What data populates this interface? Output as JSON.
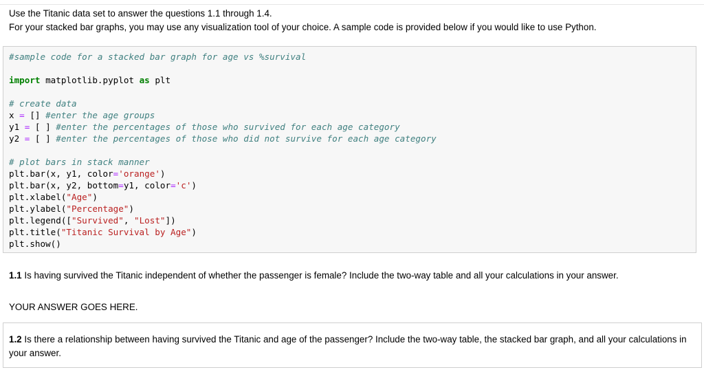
{
  "intro": {
    "line1": "Use the Titanic data set to answer the questions 1.1 through 1.4.",
    "line2": "For your stacked bar graphs, you may use any visualization tool of your choice. A sample code is provided below if you would like to use Python."
  },
  "code": {
    "comment_header": "#sample code for a stacked bar graph for age vs %survival",
    "import_kw": "import",
    "import_mod": " matplotlib.pyplot ",
    "as_kw": "as",
    "import_alias": " plt",
    "comment_create": "# create data",
    "x_assign": "x ",
    "x_eq": "=",
    "x_val": " [] ",
    "x_comment": "#enter the age groups",
    "y1_assign": "y1 ",
    "y1_eq": "=",
    "y1_val": " [ ] ",
    "y1_comment": "#enter the percentages of those who survived for each age category",
    "y2_assign": "y2 ",
    "y2_eq": "=",
    "y2_val": " [ ] ",
    "y2_comment": "#enter the percentages of those who did not survive for each age category",
    "comment_plot": "# plot bars in stack manner",
    "bar1_a": "plt.bar(x, y1, color",
    "bar1_eq": "=",
    "bar1_str": "'orange'",
    "bar1_b": ")",
    "bar2_a": "plt.bar(x, y2, bottom",
    "bar2_eq1": "=",
    "bar2_b": "y1, color",
    "bar2_eq2": "=",
    "bar2_str": "'c'",
    "bar2_c": ")",
    "xlabel_a": "plt.xlabel(",
    "xlabel_str": "\"Age\"",
    "xlabel_b": ")",
    "ylabel_a": "plt.ylabel(",
    "ylabel_str": "\"Percentage\"",
    "ylabel_b": ")",
    "legend_a": "plt.legend([",
    "legend_str1": "\"Survived\"",
    "legend_sep": ", ",
    "legend_str2": "\"Lost\"",
    "legend_b": "])",
    "title_a": "plt.title(",
    "title_str": "\"Titanic Survival by Age\"",
    "title_b": ")",
    "show": "plt.show()"
  },
  "q11": {
    "num": "1.1",
    "text": " Is having survived the Titanic independent of whether the passenger is female? Include the two-way table and all your calculations in your answer."
  },
  "answer": "YOUR ANSWER GOES HERE.",
  "q12": {
    "num": "1.2",
    "text": " Is there a relationship between having survived the Titanic and age of the passenger? Include the two-way table, the stacked bar graph, and all your calculations in your answer."
  }
}
